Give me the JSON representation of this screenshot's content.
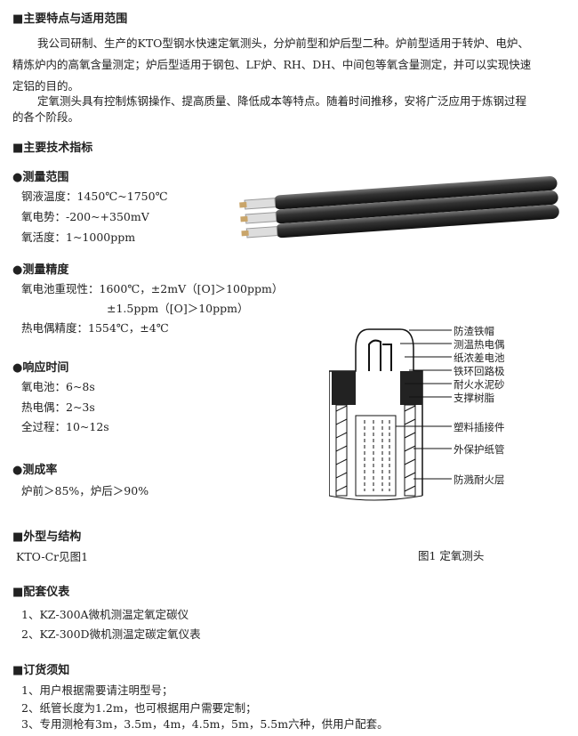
{
  "s1": {
    "title": "■主要特点与适用范围",
    "lines": [
      "我公司研制、生产的KTO型钢水快速定氧测头，分炉前型和炉后型二种。炉前型适用于转炉、电炉、",
      "精炼炉内的高氧含量测定；炉后型适用于钢包、LF炉、RH、DH、中间包等氧含量测定，并可以实现快速",
      "定铝的目的。",
      "定氧测头具有控制炼钢操作、提高质量、降低成本等特点。随着时间推移，安将广泛应用于炼钢过程",
      "的各个阶段。"
    ]
  },
  "s2": {
    "title": "■主要技术指标"
  },
  "range": {
    "title": "●测量范围",
    "lines": [
      "钢液温度：1450℃~1750℃",
      "氧电势：-200~+350mV",
      "氧活度：1~1000ppm"
    ]
  },
  "precision": {
    "title": "●测量精度",
    "lines": [
      "氧电池重现性：1600℃，±2mV（[O]＞100ppm）",
      "±1.5ppm（[O]＞10ppm）",
      "热电偶精度：1554℃，±4℃"
    ]
  },
  "response": {
    "title": "●响应时间",
    "lines": [
      "氧电池：6~8s",
      "热电偶：2~3s",
      "全过程：10~12s"
    ]
  },
  "success": {
    "title": "●测成率",
    "lines": [
      "炉前＞85%，炉后＞90%"
    ]
  },
  "s3": {
    "title": "■外型与结构",
    "lines": [
      "KTO-Cr见图1"
    ]
  },
  "s4": {
    "title": "■配套仪表",
    "lines": [
      "1、KZ-300A微机测温定氧定碳仪",
      "2、KZ-300D微机测温定碳定氧仪表"
    ]
  },
  "s5": {
    "title": "■订货须知",
    "lines": [
      "1、用户根据需要请注明型号；",
      "2、纸管长度为1.2m，也可根据用户需要定制；",
      "3、专用测枪有3m，3.5m，4m，4.5m，5m，5.5m六种，供用户配套。"
    ]
  },
  "figure": {
    "caption": "图1 定氧测头",
    "labels": [
      "防渣铁帽",
      "测温热电偶",
      "纸浓差电池",
      "铁环回路极",
      "耐火水泥砂",
      "支撑树脂",
      "塑料插接件",
      "外保护纸管",
      "防溅耐火层"
    ]
  }
}
